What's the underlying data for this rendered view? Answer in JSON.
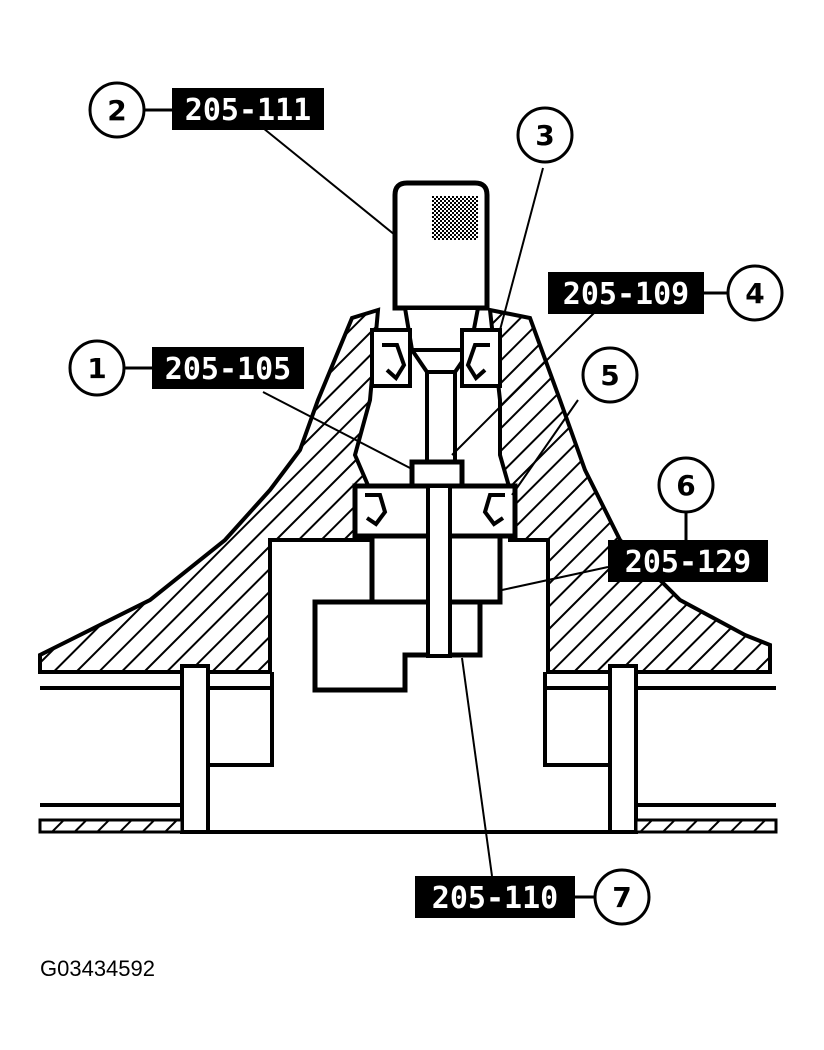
{
  "figure_id": "G03434592",
  "callouts": [
    {
      "number": "1",
      "tool": "205-105"
    },
    {
      "number": "2",
      "tool": "205-111"
    },
    {
      "number": "3",
      "tool": ""
    },
    {
      "number": "4",
      "tool": "205-109"
    },
    {
      "number": "5",
      "tool": ""
    },
    {
      "number": "6",
      "tool": "205-129"
    },
    {
      "number": "7",
      "tool": "205-110"
    }
  ]
}
